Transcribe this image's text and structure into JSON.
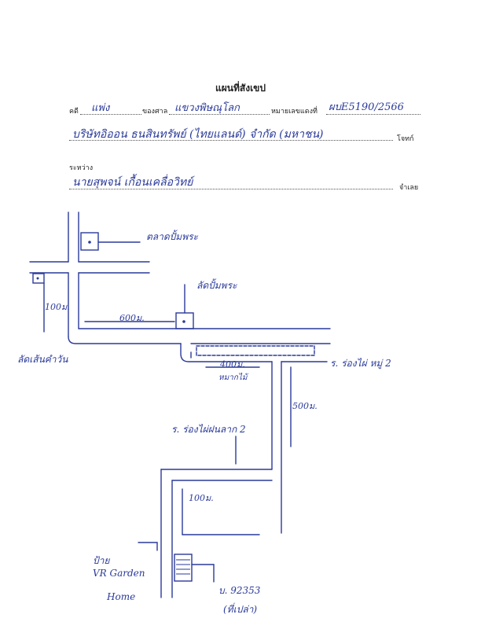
{
  "header": {
    "title": "แผนที่สังเขป",
    "case_type_label": "คดี",
    "case_type_value": "แพ่ง",
    "court_label": "ของศาล",
    "court_value": "แขวงพิษณุโลก",
    "case_number_label": "หมายเลขแดงที่",
    "case_number_value": "ผบE5190/2566",
    "plaintiff_value": "บริษัทอิออน ธนสินทรัพย์ (ไทยแลนด์) จำกัด (มหาชน)",
    "plaintiff_label": "โจทก์",
    "between_label": "ระหว่าง",
    "defendant_value": "นายสุพจน์ เกื้อนเคลื่อวิทย์",
    "defendant_label": "จำเลย"
  },
  "map_labels": {
    "top_right_note": "ตลาดปั้มพระ",
    "distance_100_left": "100ม.",
    "left_bottom_note": "ลัดเส้นคำวัน",
    "mid_note": "ลัดปั้มพระ",
    "distance_600": "600ม.",
    "distance_400": "400ม.",
    "small_note": "หมากไม้",
    "soi_label_1": "ร. ร่องไผ่ หมู่ 2",
    "distance_500": "500ม.",
    "soi_label_2": "ร. ร่องไผ่ฝนลาก 2",
    "distance_100_bottom": "100ม.",
    "sign_line1": "ป้าย",
    "sign_line2": "VR Garden",
    "sign_line3": "Home",
    "house_number": "บ. 92353",
    "house_note": "(ที่เปล่า)"
  }
}
